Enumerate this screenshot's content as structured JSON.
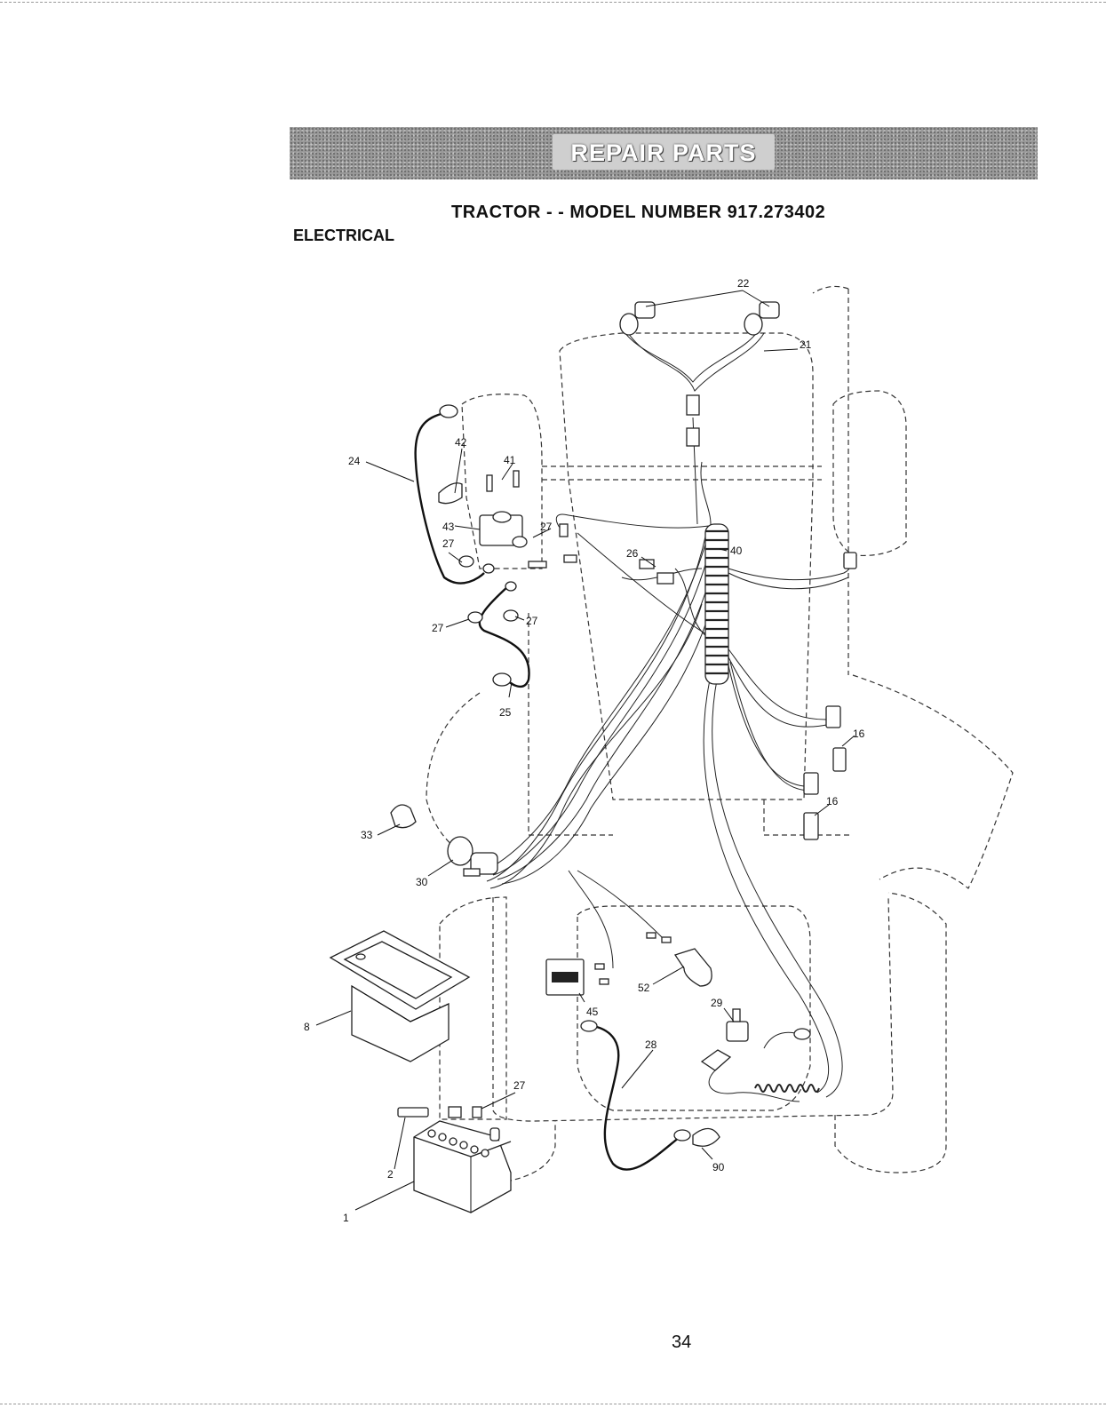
{
  "header": {
    "banner": "REPAIR PARTS",
    "model_title": "TRACTOR - - MODEL NUMBER  917.273402",
    "section": "ELECTRICAL"
  },
  "callouts": [
    "22",
    "21",
    "24",
    "42",
    "41",
    "43",
    "27",
    "27",
    "27",
    "27",
    "26",
    "40",
    "25",
    "16",
    "16",
    "33",
    "30",
    "8",
    "45",
    "52",
    "29",
    "28",
    "27",
    "2",
    "1",
    "90"
  ],
  "page_number": "34"
}
